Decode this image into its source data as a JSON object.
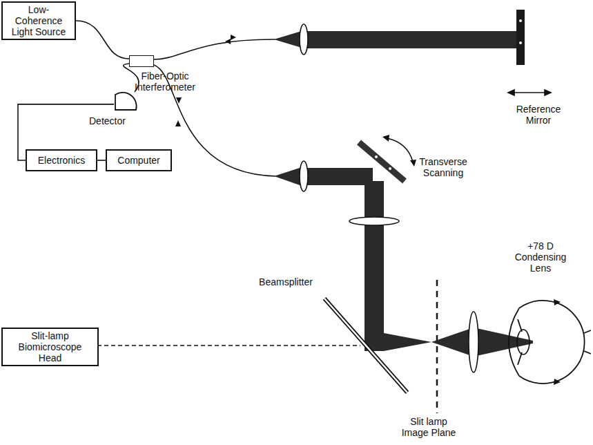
{
  "diagram": {
    "nodes": [
      {
        "text": [
          "Low-Coherence Light Source"
        ]
      },
      {
        "text": [
          "Fiber-Optic Interferometer"
        ]
      },
      {
        "text": [
          "Detector"
        ]
      },
      {
        "text": [
          "Electronics"
        ]
      },
      {
        "text": [
          "Computer"
        ]
      },
      {
        "text": [
          "Slit-lamp Biomicroscope Head"
        ]
      }
    ],
    "edges": [
      {
        "from": 0,
        "to": 1,
        "arrow": "none"
      },
      {
        "from": 1,
        "to": 2,
        "arrow": "none"
      },
      {
        "from": 2,
        "to": 3,
        "arrow": "none"
      },
      {
        "from": 3,
        "to": 4,
        "arrow": "none"
      }
    ],
    "labels": [
      "Reference Mirror",
      "Transverse Scanning",
      "+78 D Condensing Lens",
      "Beamsplitter",
      "Slit lamp Image Plane"
    ]
  }
}
